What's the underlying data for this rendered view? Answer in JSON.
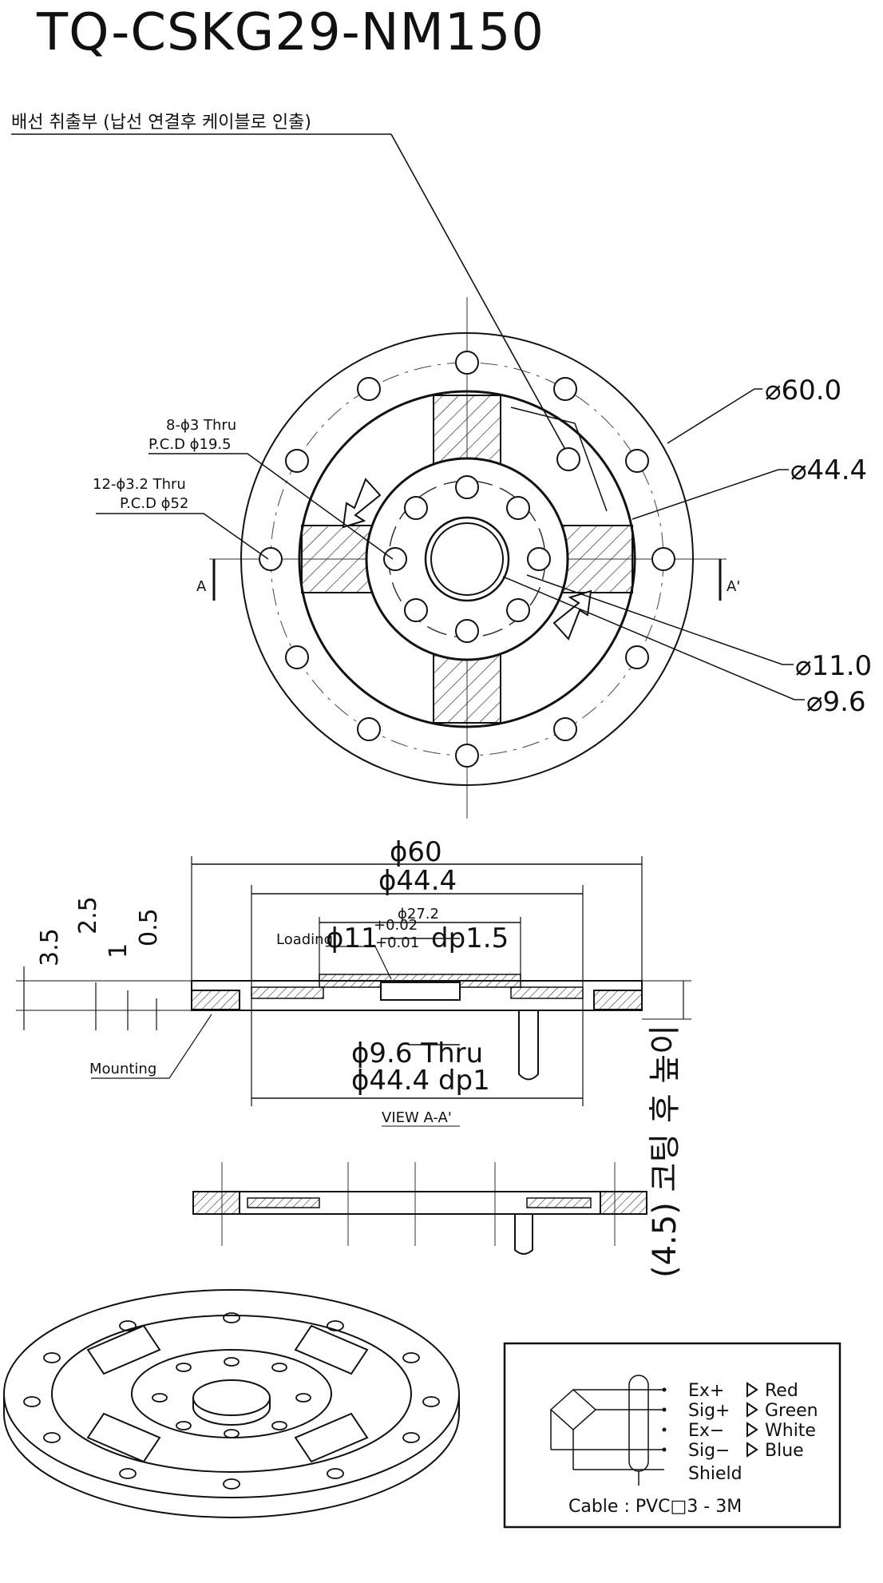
{
  "title": "TQ-CSKG29-NM150",
  "top_note": "배선 취출부 (납선 연결후 케이블로 인출)",
  "top_view": {
    "holes_inner": "8-ϕ3 Thru",
    "pcd_inner": "P.C.D ϕ19.5",
    "holes_outer": "12-ϕ3.2 Thru",
    "pcd_outer": "P.C.D ϕ52",
    "dia_60": "⌀60.0",
    "dia_44": "⌀44.4",
    "dia_11": "⌀11.0",
    "dia_9": "⌀9.6",
    "section_a": "A",
    "section_a2": "A'"
  },
  "section_view": {
    "d60": "ϕ60",
    "d44": "ϕ44.4",
    "d27": "ϕ27.2",
    "d11": "ϕ11",
    "tol_up": "+0.02",
    "tol_dn": "+0.01",
    "dp15": "dp1.5",
    "h35": "3.5",
    "h25": "2.5",
    "h1": "1",
    "h05": "0.5",
    "loading": "Loading",
    "mounting": "Mounting",
    "thru": "ϕ9.6 Thru",
    "dp1": "ϕ44.4 dp1",
    "view": "VIEW A-A'",
    "coating": "(4.5) 코팅 후 높이"
  },
  "wiring": {
    "rows": [
      {
        "signal": "Ex+",
        "color": "Red"
      },
      {
        "signal": "Sig+",
        "color": "Green"
      },
      {
        "signal": "Ex−",
        "color": "White"
      },
      {
        "signal": "Sig−",
        "color": "Blue"
      }
    ],
    "shield": "Shield",
    "cable": "Cable : PVC□3 - 3M"
  }
}
